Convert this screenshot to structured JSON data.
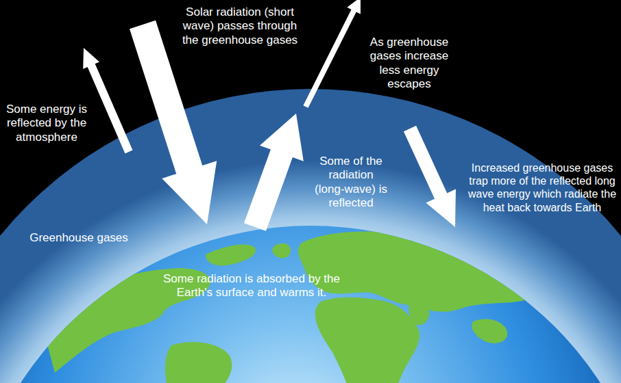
{
  "diagram": {
    "labels": [
      "Solar radiation (short wave) passes through the greenhouse gases",
      "Some energy is reflected by the atmosphere",
      "As greenhouse gases increase less energy escapes",
      "Some of the radiation (long-wave) is reflected",
      "Increased greenhouse gases trap more of the reflected long wave energy which radiate the heat back towards Earth",
      "Greenhouse gases",
      "Some radiation is absorbed by the Earth's surface and warms it."
    ]
  }
}
